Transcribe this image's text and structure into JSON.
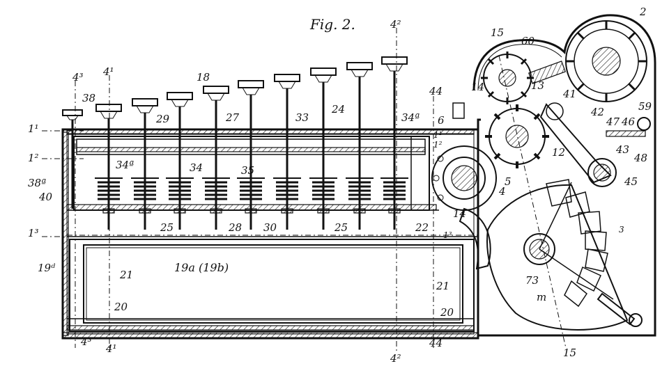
{
  "figure": {
    "title": "Fig. 2.",
    "section_marks": {
      "m4_2_top": "4²",
      "m4_2_bottom": "4²",
      "m4_1_top": "4¹",
      "m4_1_bottom": "4¹",
      "m4_3_top": "4³",
      "m4_3_bottom": "4³",
      "m4_4_top": "44",
      "m4_4_bottom": "44",
      "m1_1": "1¹",
      "m1_2": "1²",
      "m1_3": "1³",
      "m1_1_right": "1¹",
      "m1_2_right": "1²",
      "m1_3_right": "1³",
      "m15_top": "15",
      "m15_bottom": "15"
    },
    "part_numbers": {
      "n2": "2",
      "n60": "60",
      "n13": "13",
      "n14_top": "14",
      "n41": "41",
      "n42": "42",
      "n47": "47",
      "n46": "46",
      "n59": "59",
      "n43": "43",
      "n48": "48",
      "n45": "45",
      "n12": "12",
      "n6": "6",
      "n5": "5",
      "n4": "4",
      "n14_mid": "14",
      "n22": "22",
      "n73": "73",
      "nm": "m",
      "n3": "3",
      "n38": "38",
      "n38a": "38ª",
      "n40": "40",
      "n18": "18",
      "n29": "29",
      "n27": "27",
      "n33": "33",
      "n24": "24",
      "n34a_r": "34ª",
      "n34a_l": "34ª",
      "n34": "34",
      "n35": "35",
      "n25_l": "25",
      "n28": "28",
      "n30": "30",
      "n25_r": "25",
      "n19d": "19ᵈ",
      "n19ab": "19a (19b)",
      "n21_l": "21",
      "n21_r": "21",
      "n20_l": "20",
      "n20_r": "20"
    }
  }
}
